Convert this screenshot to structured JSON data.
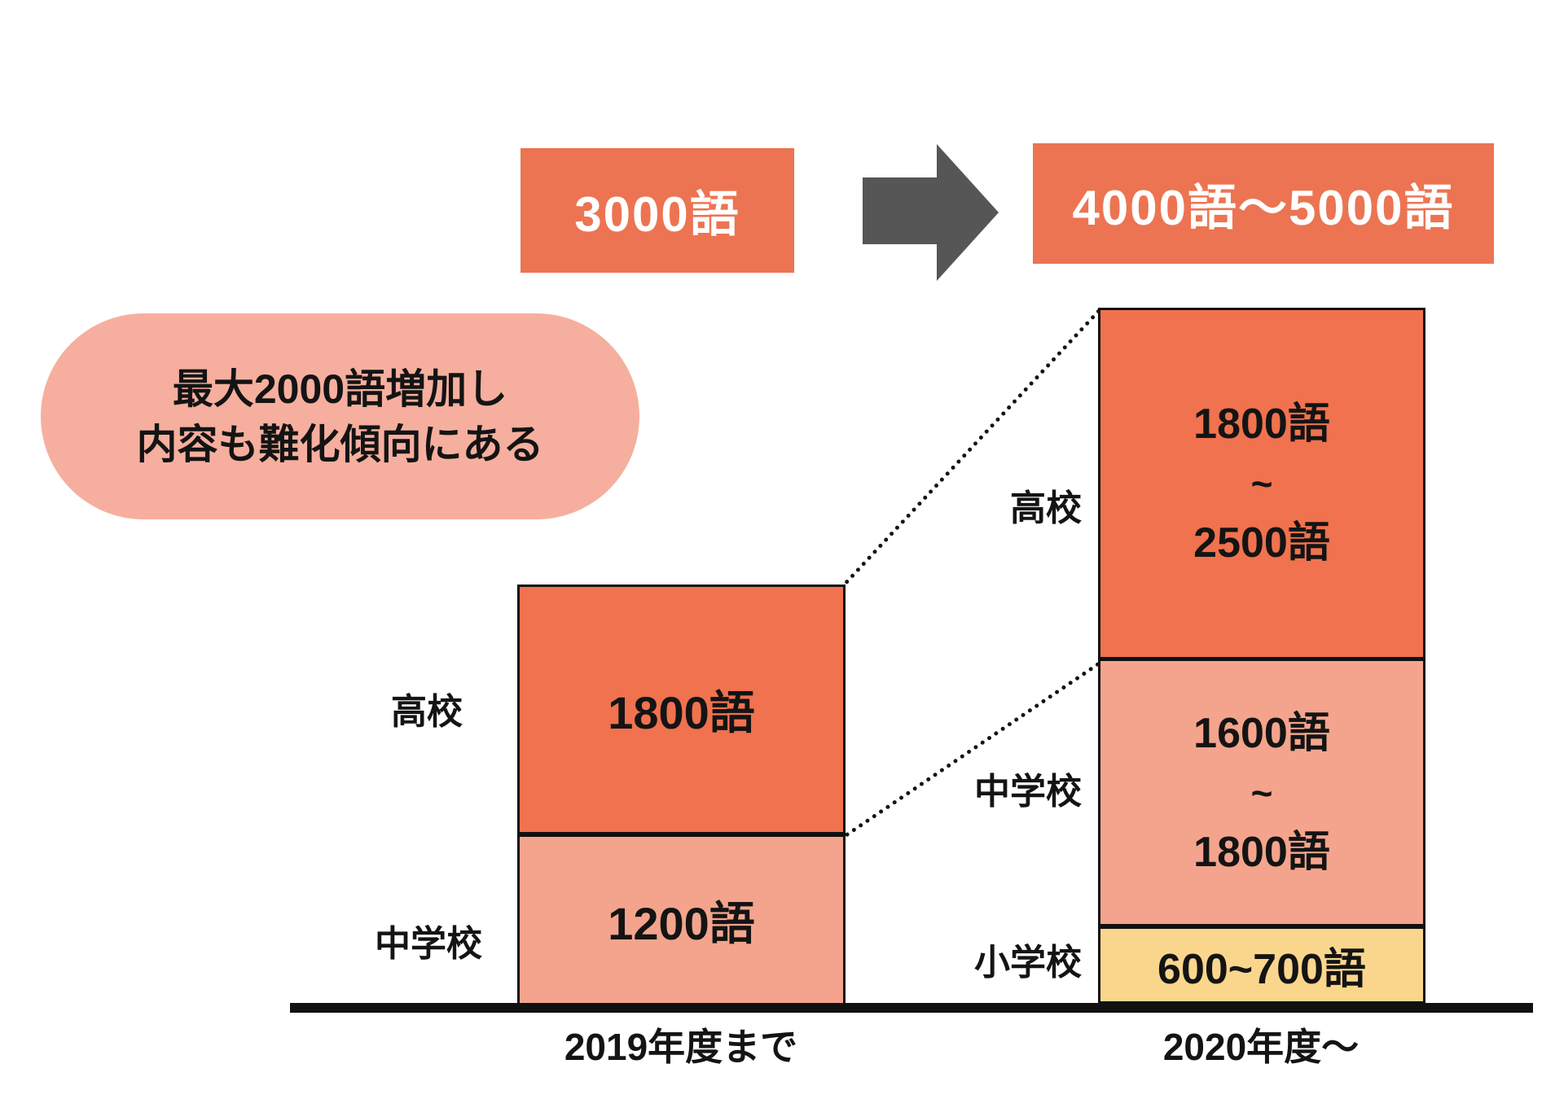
{
  "flow": {
    "before_label": "3000語",
    "after_label": "4000語〜5000語"
  },
  "callout": {
    "line1": "最大2000語増加し",
    "line2": "内容も難化傾向にある"
  },
  "bars": {
    "before": {
      "axis_label": "2019年度まで",
      "koukou_label": "高校",
      "koukou_value": "1800語",
      "chuugakkou_label": "中学校",
      "chuugakkou_value": "1200語"
    },
    "after": {
      "axis_label": "2020年度〜",
      "koukou_label": "高校",
      "koukou_value_from": "1800語",
      "koukou_value_tilde": "~",
      "koukou_value_to": "2500語",
      "chuugakkou_label": "中学校",
      "chuugakkou_value_from": "1600語",
      "chuugakkou_value_tilde": "~",
      "chuugakkou_value_to": "1800語",
      "shougakkou_label": "小学校",
      "shougakkou_value": "600~700語"
    }
  },
  "colors": {
    "flow_box_orange": "#ec7452",
    "bar_orange": "#f0724e",
    "bar_salmon": "#f4a48d",
    "callout_pink": "#f6af9e",
    "bar_yellow": "#fad68d",
    "arrow_gray": "#565657",
    "line_black": "#111111"
  },
  "chart_data": {
    "type": "bar",
    "stacked": true,
    "title": "",
    "categories": [
      "2019年度まで",
      "2020年度〜"
    ],
    "series": [
      {
        "name": "小学校",
        "values": [
          0,
          650
        ],
        "value_labels": [
          "",
          "600~700語"
        ],
        "color": "#fad68d"
      },
      {
        "name": "中学校",
        "values": [
          1200,
          1700
        ],
        "value_labels": [
          "1200語",
          "1600語~1800語"
        ],
        "color": "#f4a48d"
      },
      {
        "name": "高校",
        "values": [
          1800,
          2150
        ],
        "value_labels": [
          "1800語",
          "1800語~2500語"
        ],
        "color": "#f0724e"
      }
    ],
    "totals": [
      "3000語",
      "4000語〜5000語"
    ],
    "annotation": "最大2000語増加し 内容も難化傾向にある",
    "xlabel": "",
    "ylabel": "",
    "legend_position": "none",
    "grid": false,
    "notes": "語 = words; dotted connectors link 2019 segment boundaries to 2020 segment boundaries"
  }
}
